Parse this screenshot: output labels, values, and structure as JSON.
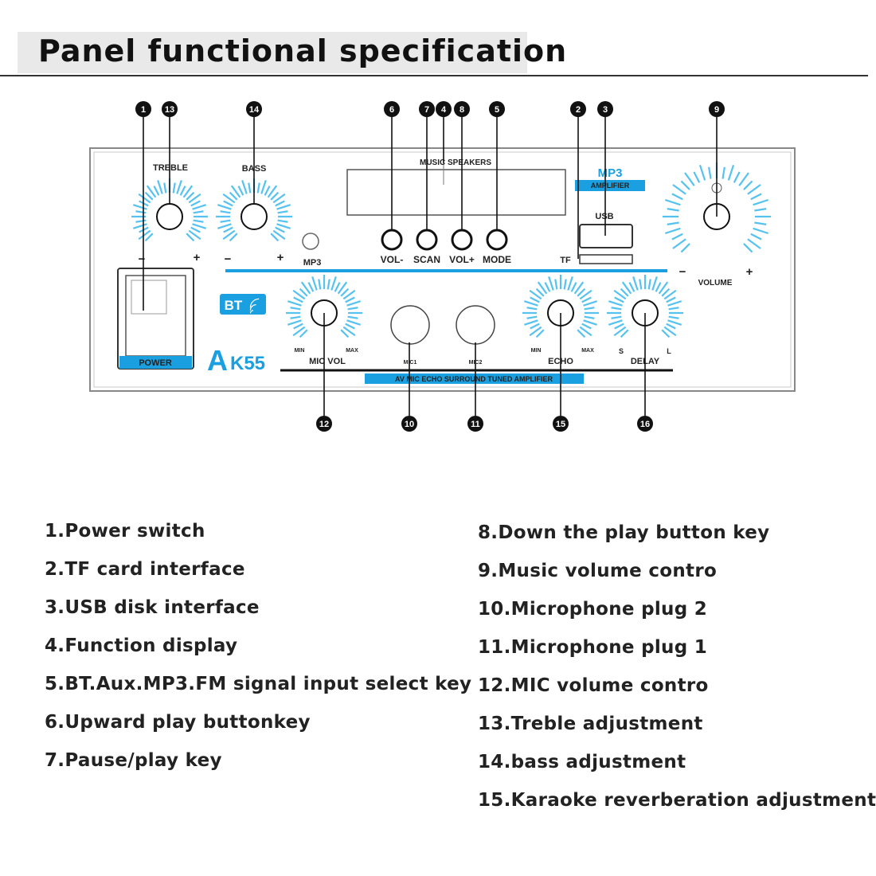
{
  "title": "Panel functional specification",
  "panel": {
    "brand_a": "A",
    "brand_model": "K55",
    "bt_badge": "BT",
    "mp3_badge": "MP3",
    "amplifier_badge": "AMPLIFIER",
    "strip_label": "AV MIC ECHO SURROUND TUNED AMPLIFIER",
    "display_label": "MUSIC SPEAKERS",
    "power_label": "POWER",
    "usb_label": "USB",
    "tf_label": "TF",
    "mp3_jack_label": "MP3",
    "knobs": {
      "treble": "TREBLE",
      "bass": "BASS",
      "volume": "VOLUME",
      "mic_vol": "MIC VOL",
      "echo": "ECHO",
      "delay": "DELAY",
      "minus": "−",
      "plus": "+",
      "min": "MIN",
      "max": "MAX",
      "s": "S",
      "l": "L"
    },
    "buttons": [
      "VOL-",
      "SCAN",
      "VOL+",
      "MODE"
    ],
    "mics": [
      "MIC1",
      "MIC2"
    ]
  },
  "callouts": {
    "power": "1",
    "treble": "13",
    "bass": "14",
    "vol_minus": "6",
    "scan": "7",
    "display": "4",
    "vol_plus": "8",
    "mode": "5",
    "tf": "2",
    "usb": "3",
    "volume": "9",
    "mic_vol": "12",
    "mic1": "10",
    "mic2": "11",
    "echo": "15",
    "delay": "16"
  },
  "specs_left": [
    "1.Power switch",
    "2.TF card interface",
    "3.USB disk interface",
    "4.Function display",
    "5.BT.Aux.MP3.FM signal input select key",
    "6.Upward play buttonkey",
    "7.Pause/play key"
  ],
  "specs_right": [
    "8.Down the play button key",
    "9.Music volume contro",
    "10.Microphone plug 2",
    "11.Microphone plug 1",
    "12.MIC volume contro",
    "13.Treble adjustment",
    "14.bass adjustment",
    "15.Karaoke reverberation adjustment"
  ],
  "colors": {
    "accent_blue": "#1a9fe0",
    "tick_blue": "#55c2f0",
    "panel_border": "#8a8a8a",
    "callout_black": "#111111"
  }
}
